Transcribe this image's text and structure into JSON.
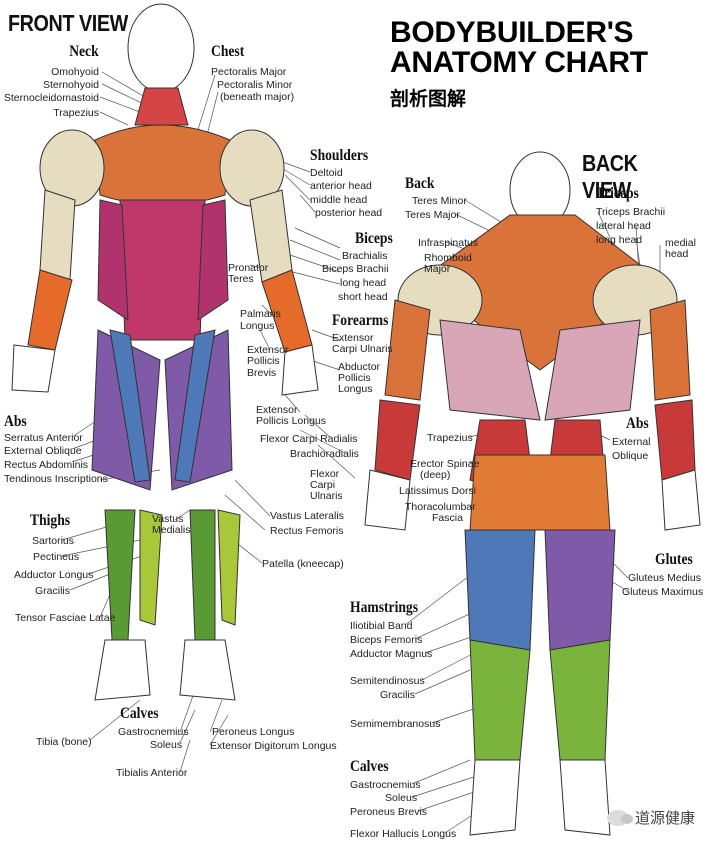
{
  "title": {
    "line1": "BODYBUILDER'S",
    "line2": "ANATOMY CHART",
    "cn": "剖析图解"
  },
  "front_view": {
    "title": "FRONT VIEW",
    "groups": [
      {
        "name": "Neck",
        "labels": [
          "Omohyoid",
          "Sternohyoid",
          "Sternocleidomastoid",
          "Trapezius"
        ]
      },
      {
        "name": "Chest",
        "labels": [
          "Pectoralis Major",
          "Pectoralis Minor",
          "(beneath major)"
        ]
      },
      {
        "name": "Shoulders",
        "labels": [
          "Deltoid",
          "anterior head",
          "middle head",
          "posterior head"
        ]
      },
      {
        "name": "Biceps",
        "labels": [
          "Brachialis",
          "Biceps Brachii",
          "long head",
          "short head"
        ]
      },
      {
        "name": "Forearms",
        "labels": [
          "Extensor",
          "Carpi Ulnaris",
          "Abductor",
          "Pollicis",
          "Longus",
          "Extensor",
          "Pollicis Longus",
          "Flexor Carpi Radialis",
          "Brachioradialis",
          "Flexor",
          "Carpi",
          "Ulnaris"
        ]
      },
      {
        "name": "Abs",
        "labels": [
          "Serratus Anterior",
          "External Oblique",
          "Rectus Abdominis",
          "Tendinous Inscriptions"
        ]
      },
      {
        "name": "Thighs",
        "labels": [
          "Sartorius",
          "Pectineus",
          "Adductor Longus",
          "Gracilis",
          "Tensor Fasciae Latae",
          "Vastus Lateralis",
          "Rectus Femoris",
          "Patella (kneecap)",
          "Vastus",
          "Medialis"
        ]
      },
      {
        "name": "Calves",
        "labels": [
          "Gastrocnemius",
          "Soleus",
          "Tibialis Anterior",
          "Tibia (bone)",
          "Peroneus Longus",
          "Extensor Digitorum Longus"
        ]
      }
    ],
    "misc": [
      "Pronator",
      "Teres",
      "Palmaris",
      "Longus",
      "Extensor",
      "Pollicis",
      "Brevis"
    ]
  },
  "back_view": {
    "title": "BACK VIEW",
    "groups": [
      {
        "name": "Back",
        "labels": [
          "Teres Minor",
          "Teres Major",
          "Infraspinatus",
          "Rhomboid",
          "Major",
          "Trapezius",
          "Erector Spinae",
          "(deep)",
          "Latissimus Dorsi",
          "Thoracolumbar",
          "Fascia"
        ]
      },
      {
        "name": "Triceps",
        "labels": [
          "Triceps Brachii",
          "lateral head",
          "long head",
          "medial",
          "head"
        ]
      },
      {
        "name": "Abs",
        "labels": [
          "External",
          "Oblique"
        ]
      },
      {
        "name": "Glutes",
        "labels": [
          "Gluteus Medius",
          "Gluteus Maximus"
        ]
      },
      {
        "name": "Hamstrings",
        "labels": [
          "Iliotibial Band",
          "Biceps Femoris",
          "Adductor Magnus",
          "Semitendinosus",
          "Gracilis",
          "Semimembranosus"
        ]
      },
      {
        "name": "Calves",
        "labels": [
          "Gastrocnemius",
          "Soleus",
          "Peroneus Brevis",
          "Flexor Hallucis Longus"
        ]
      }
    ]
  },
  "watermark": "道源健康",
  "colors": {
    "orange": "#d9733a",
    "red": "#c83a3a",
    "magenta": "#b0336e",
    "blue": "#4f78b8",
    "purple": "#7e5aa8",
    "green": "#7ab43c",
    "tan": "#e6dcc0",
    "pink": "#d9a6b8",
    "yellow": "#e8c23a"
  }
}
